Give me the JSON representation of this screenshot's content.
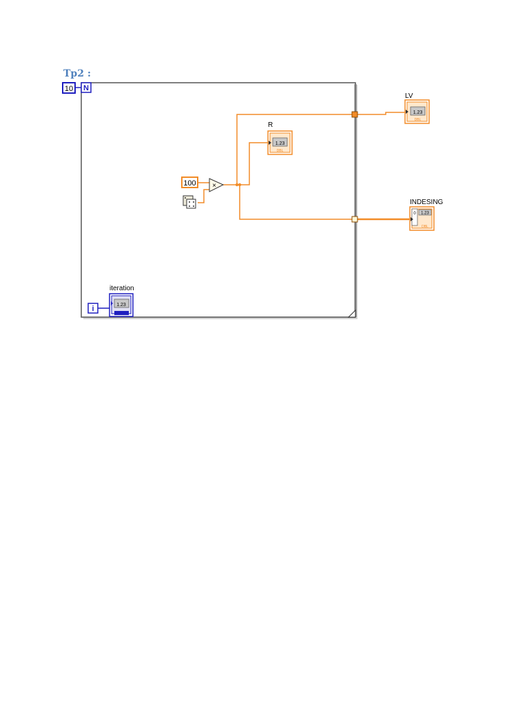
{
  "heading": "Tp2 :",
  "loop": {
    "count_constant": "10",
    "count_terminal": "N",
    "iteration_terminal": "i",
    "iteration_indicator_label": "iteration"
  },
  "nodes": {
    "multiplier_constant": "100",
    "multiply_symbol": "×"
  },
  "indicators": {
    "r_label": "R",
    "lv_label": "LV",
    "indesing_label": "INDESING",
    "numeric_display": "1.23",
    "numeric_type": "DBL",
    "array_index": "0"
  },
  "colors": {
    "wire_orange": "#f28c28",
    "integer_blue": "#1f1fbf",
    "heading_blue": "#4f81bd"
  }
}
